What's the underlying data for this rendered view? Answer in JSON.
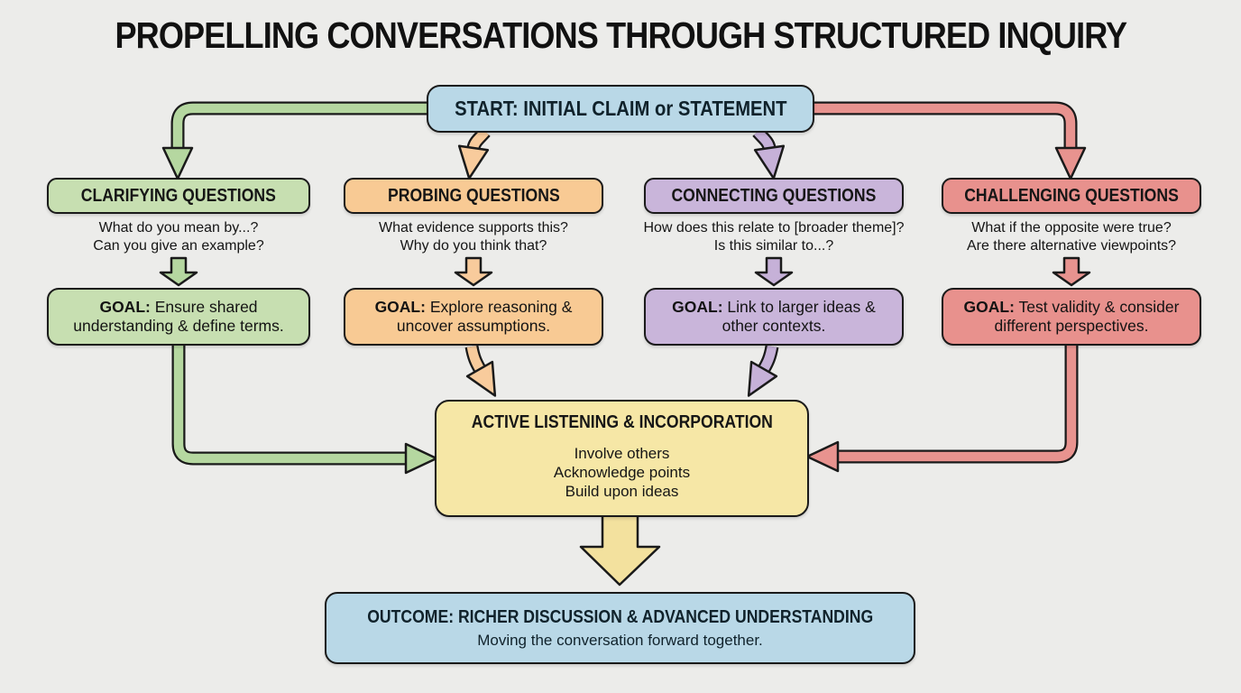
{
  "title": "PROPELLING CONVERSATIONS THROUGH STRUCTURED INQUIRY",
  "start": {
    "label": "START: INITIAL CLAIM or STATEMENT"
  },
  "columns": [
    {
      "header": "CLARIFYING QUESTIONS",
      "examples": [
        "What do you mean by...?",
        "Can you give an example?"
      ],
      "goal_prefix": "GOAL:",
      "goal_text": "Ensure shared understanding & define terms.",
      "color": "#c7dfb1"
    },
    {
      "header": "PROBING QUESTIONS",
      "examples": [
        "What evidence supports this?",
        "Why do you think that?"
      ],
      "goal_prefix": "GOAL:",
      "goal_text": "Explore reasoning & uncover assumptions.",
      "color": "#f8ca94"
    },
    {
      "header": "CONNECTING QUESTIONS",
      "examples": [
        "How does this relate to [broader theme]?",
        "Is this similar to...?"
      ],
      "goal_prefix": "GOAL:",
      "goal_text": "Link to larger ideas & other contexts.",
      "color": "#c9b5da"
    },
    {
      "header": "CHALLENGING QUESTIONS",
      "examples": [
        "What if the opposite were true?",
        "Are there alternative viewpoints?"
      ],
      "goal_prefix": "GOAL:",
      "goal_text": "Test validity & consider different perspectives.",
      "color": "#e8918d"
    }
  ],
  "active": {
    "header": "ACTIVE LISTENING & INCORPORATION",
    "items": [
      "Involve others",
      "Acknowledge points",
      "Build upon ideas"
    ]
  },
  "outcome": {
    "header": "OUTCOME: RICHER DISCUSSION & ADVANCED UNDERSTANDING",
    "subtitle": "Moving the conversation forward together."
  },
  "colors": {
    "background": "#ececea",
    "outline": "#1a1a1a",
    "start_blue": "#b9d8e7",
    "clarifying_green": "#c7dfb1",
    "probing_orange": "#f8ca94",
    "connecting_purple": "#c9b5da",
    "challenging_red": "#e8918d",
    "active_yellow": "#f6e7a6",
    "outcome_blue": "#b9d8e7"
  }
}
